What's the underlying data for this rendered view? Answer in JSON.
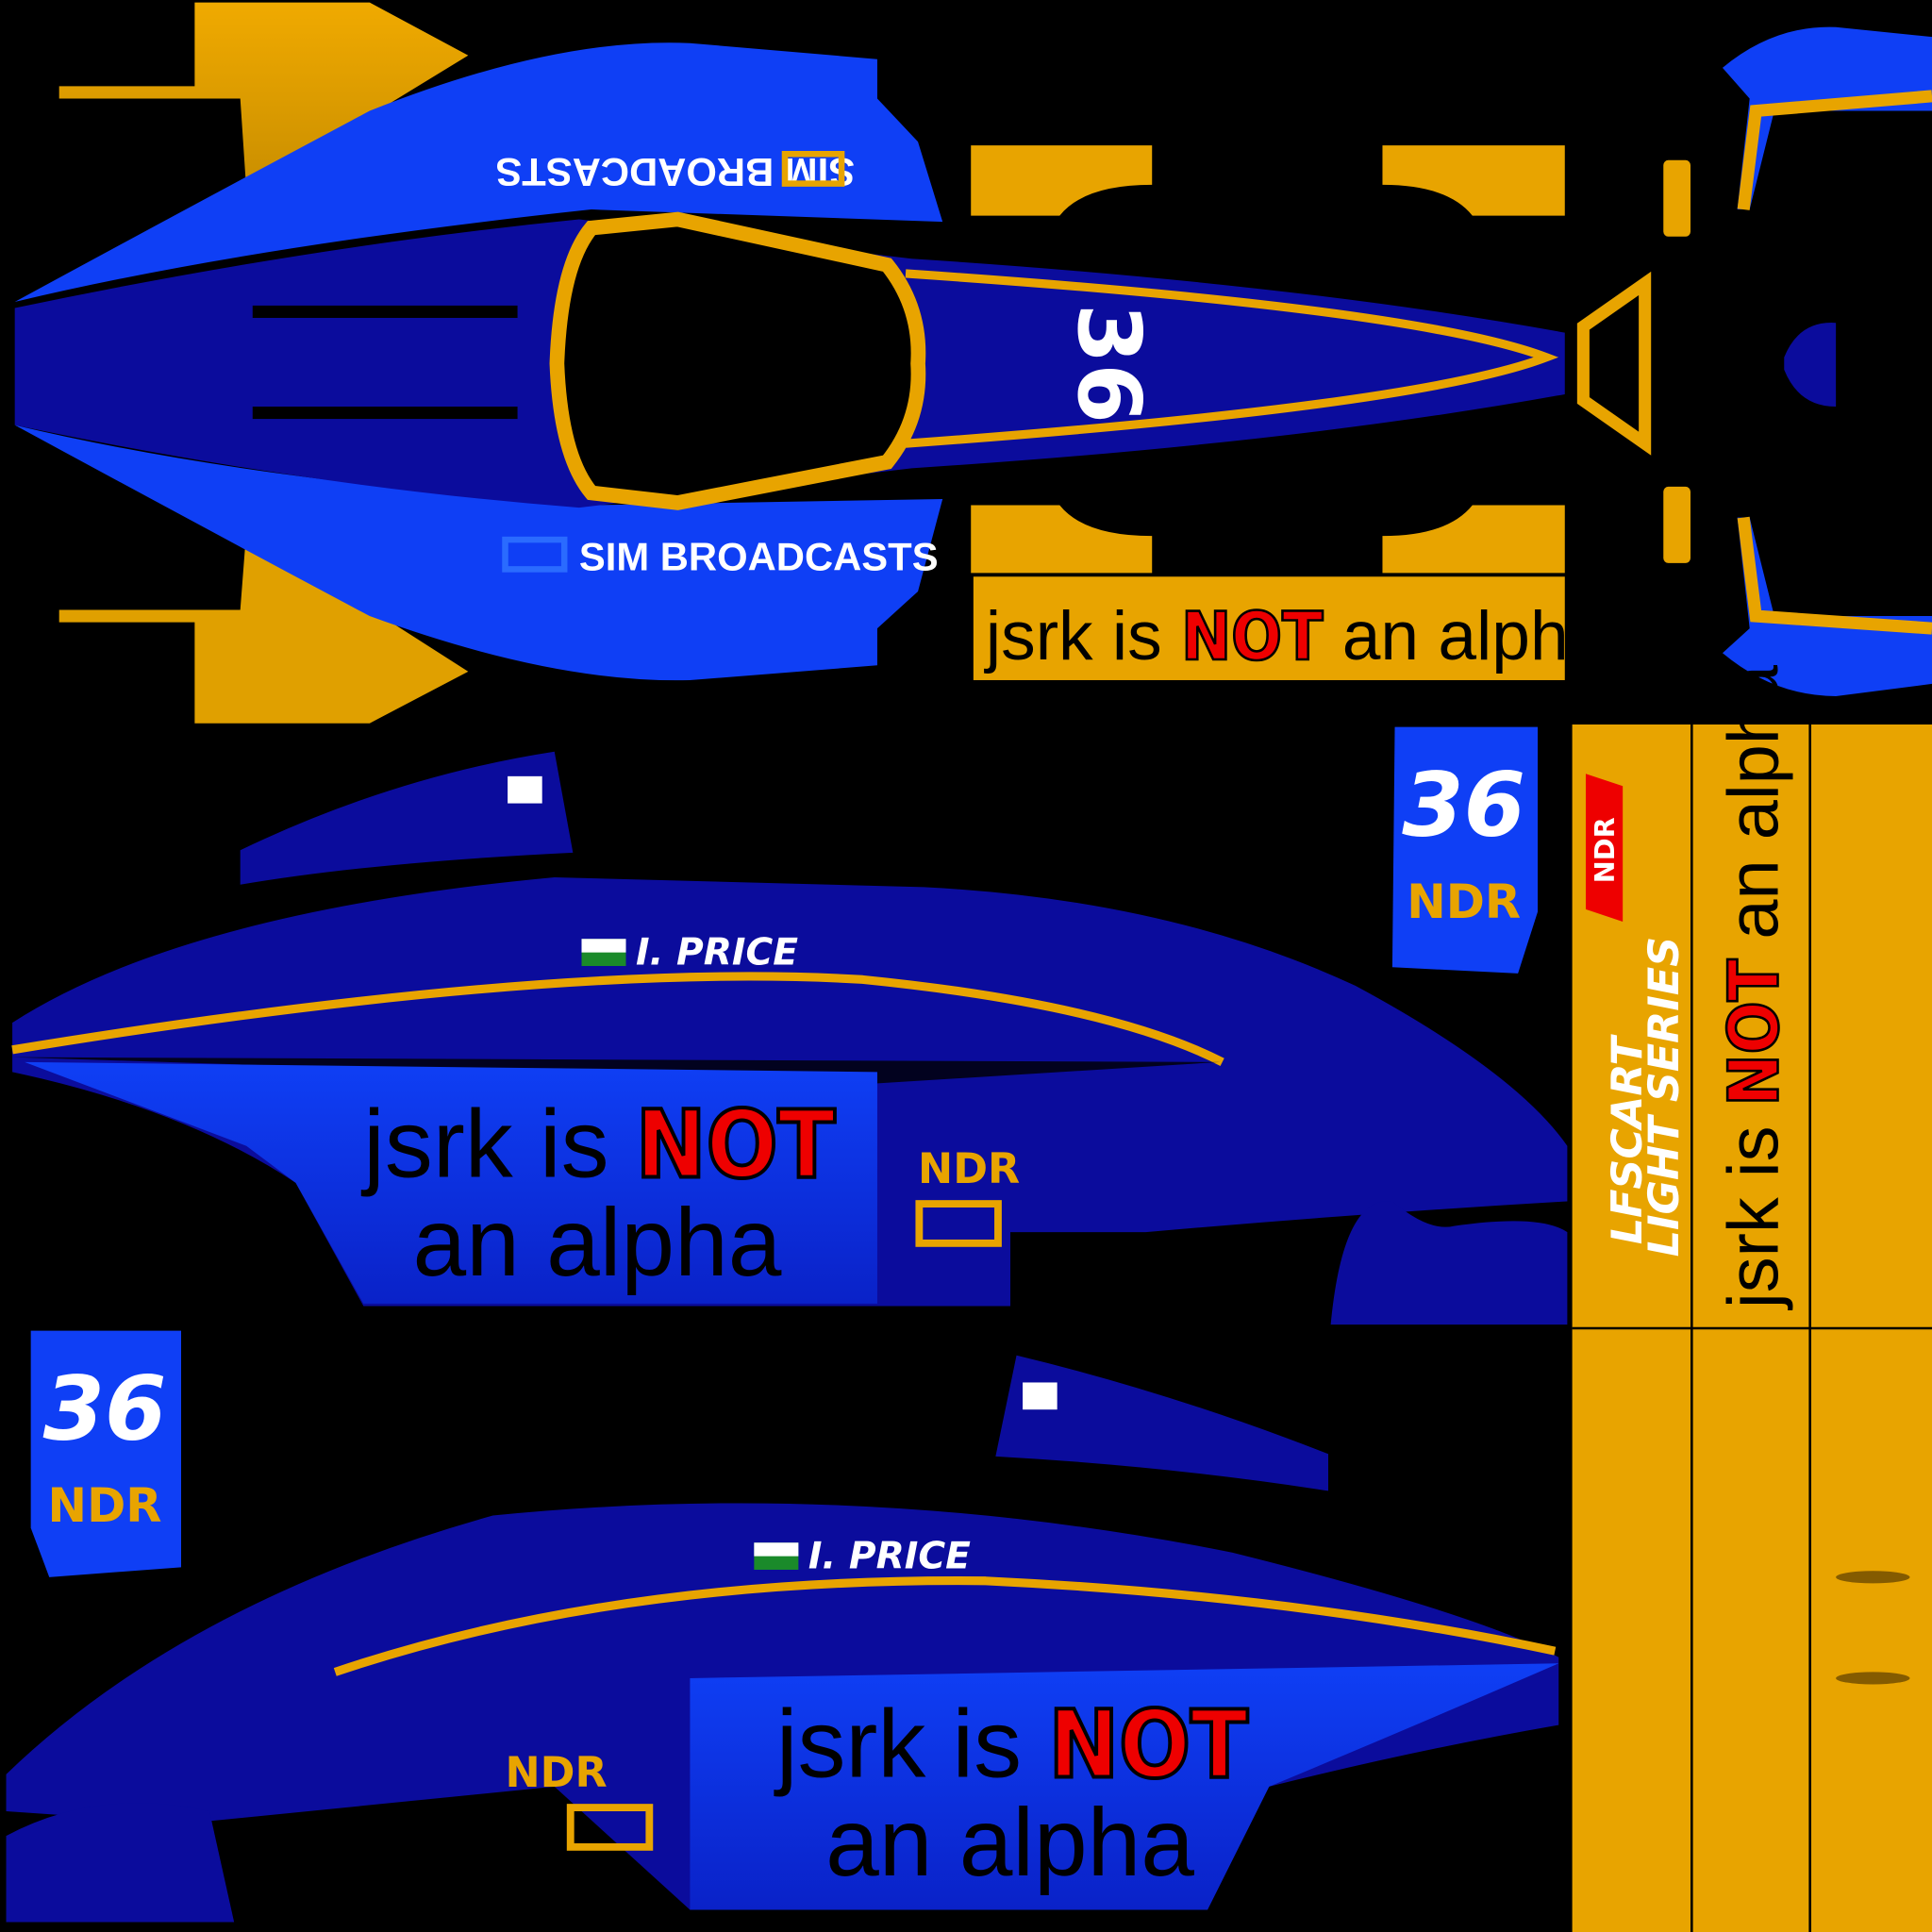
{
  "livery": {
    "sponsor": "SIM BROADCASTS",
    "car_number": "36",
    "team": "NDR",
    "driver": "I. PRICE",
    "slogan_pre": "jsrk is",
    "slogan_not": "NOT",
    "slogan_post": "an alpha",
    "series_line1": "LFSCART",
    "series_line2": "LIGHT SERIES"
  },
  "colors": {
    "navy": "#0b0c9c",
    "blue": "#0f3ff5",
    "gold": "#e8a400",
    "red": "#ee0000",
    "background": "#000000"
  }
}
